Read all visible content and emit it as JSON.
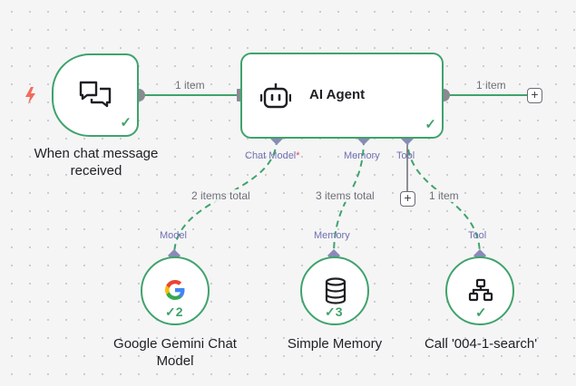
{
  "canvas": {
    "accent_color": "#3fa36b",
    "connector_color": "#8a8ab8",
    "trigger_icon_color": "#f26b5b"
  },
  "nodes": {
    "trigger": {
      "label": "When chat message received",
      "icon": "chat-bubbles-icon",
      "status": "success"
    },
    "agent": {
      "label": "AI Agent",
      "icon": "robot-icon",
      "status": "success"
    },
    "gemini": {
      "label": "Google Gemini Chat Model",
      "icon": "google-g-icon",
      "run_count": "2"
    },
    "memory": {
      "label": "Simple Memory",
      "icon": "database-icon",
      "run_count": "3"
    },
    "tool": {
      "label": "Call '004-1-search'",
      "icon": "sitemap-icon",
      "status": "success"
    }
  },
  "agent_ports": {
    "chat_model": "Chat Model",
    "chat_model_required": "*",
    "memory": "Memory",
    "tool": "Tool"
  },
  "sub_ports": {
    "gemini": "Model",
    "memory": "Memory",
    "tool": "Tool"
  },
  "edges": {
    "trigger_to_agent": "1 item",
    "agent_output": "1 item",
    "model": "2 items total",
    "memory": "3 items total",
    "tool": "1 item"
  }
}
